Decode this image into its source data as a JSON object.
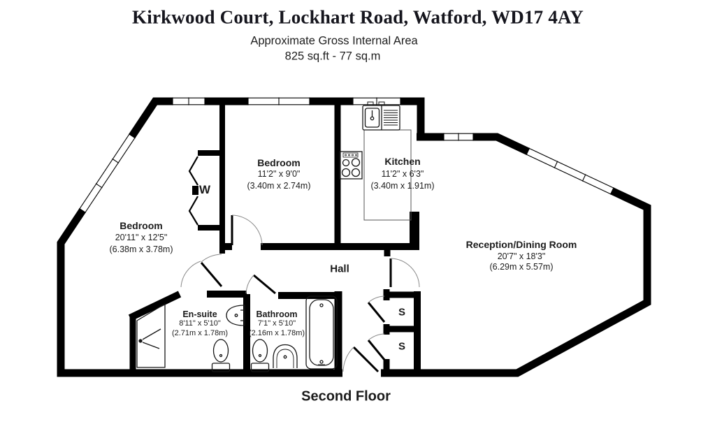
{
  "header": {
    "title": "Kirkwood Court, Lockhart Road, Watford, WD17 4AY",
    "subtitle": "Approximate Gross Internal Area",
    "area": "825 sq.ft - 77 sq.m"
  },
  "floor_label": "Second Floor",
  "rooms": {
    "bedroom_left": {
      "name": "Bedroom",
      "imperial": "20'11\" x 12'5\"",
      "metric": "(6.38m x 3.78m)"
    },
    "bedroom_middle": {
      "name": "Bedroom",
      "imperial": "11'2\" x 9'0\"",
      "metric": "(3.40m x 2.74m)"
    },
    "kitchen": {
      "name": "Kitchen",
      "imperial": "11'2\" x 6'3\"",
      "metric": "(3.40m x 1.91m)"
    },
    "reception": {
      "name": "Reception/Dining Room",
      "imperial": "20'7\" x 18'3\"",
      "metric": "(6.29m x 5.57m)"
    },
    "ensuite": {
      "name": "En-suite",
      "imperial": "8'11\" x 5'10\"",
      "metric": "(2.71m x 1.78m)"
    },
    "bathroom": {
      "name": "Bathroom",
      "imperial": "7'1\" x 5'10\"",
      "metric": "(2.16m x 1.78m)"
    },
    "hall": {
      "name": "Hall"
    },
    "wardrobe": {
      "label": "W"
    },
    "storage_top": {
      "label": "S"
    },
    "storage_bottom": {
      "label": "S"
    }
  },
  "fixtures": {
    "kitchen": [
      "sink-drainer-unit",
      "hob"
    ],
    "bathroom": [
      "bathtub",
      "toilet",
      "pedestal-basin"
    ],
    "ensuite": [
      "shower-enclosure",
      "toilet",
      "wall-basin"
    ]
  },
  "colors": {
    "wall": "#000000",
    "text": "#1b1b1b",
    "title": "#15151d",
    "background": "#ffffff"
  }
}
